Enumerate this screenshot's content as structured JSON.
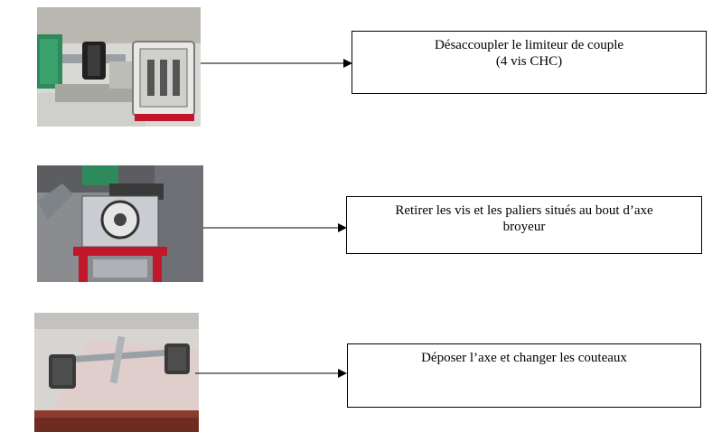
{
  "steps": [
    {
      "photo": "motor-coupling-photo",
      "lines": [
        "Désaccoupler le limiteur de couple",
        "(4 vis CHC)"
      ]
    },
    {
      "photo": "shaft-bearing-photo",
      "lines": [
        "Retirer les vis et les paliers situés au bout d’axe",
        "broyeur"
      ]
    },
    {
      "photo": "shaft-cutters-photo",
      "lines": [
        "Déposer l’axe et changer les couteaux"
      ]
    }
  ],
  "colors": {
    "machine_green": "#2e8a5c",
    "frame_red": "#c0182a",
    "steel": "#9aa0a6",
    "table_pink": "#e4c9c6"
  }
}
